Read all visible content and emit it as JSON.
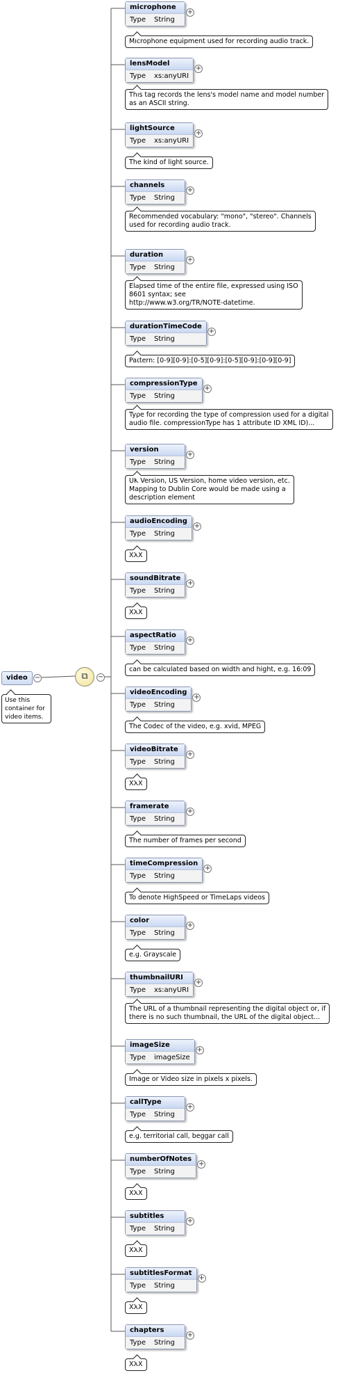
{
  "root": {
    "name": "video",
    "documentation": "Use this container for video items.",
    "compositor_icon": "sequence-compositor-icon"
  },
  "type_key": "Type",
  "children": [
    {
      "name": "microphone",
      "type": "String",
      "doc": "Microphone equipment used for recording audio track."
    },
    {
      "name": "lensModel",
      "type": "xs:anyURI",
      "doc": "This tag records the lens's model name and model number\nas an ASCII string."
    },
    {
      "name": "lightSource",
      "type": "xs:anyURI",
      "doc": "The kind of light source."
    },
    {
      "name": "channels",
      "type": "String",
      "doc": "Recommended vocabulary: \"mono\", \"stereo\". Channels\nused for recording audio track."
    },
    {
      "name": "duration",
      "type": "String",
      "doc": "Elapsed time of the entire file, expressed using ISO\n8601 syntax; see\nhttp://www.w3.org/TR/NOTE-datetime."
    },
    {
      "name": "durationTimeCode",
      "type": "String",
      "doc": "Pattern: [0-9][0-9]:[0-5][0-9]:[0-5][0-9]:[0-9][0-9]"
    },
    {
      "name": "compressionType",
      "type": "String",
      "doc": "Type for recording the type of compression used for a digital\naudio file. compressionType has 1 attribute ID XML ID)..."
    },
    {
      "name": "version",
      "type": "String",
      "doc": "UK Version, US Version, home video version, etc.\nMapping to Dublin Core would be made using a\ndescription element"
    },
    {
      "name": "audioEncoding",
      "type": "String",
      "doc": "XXX"
    },
    {
      "name": "soundBitrate",
      "type": "String",
      "doc": "XXX"
    },
    {
      "name": "aspectRatio",
      "type": "String",
      "doc": "can be calculated based on width and hight, e.g. 16:09"
    },
    {
      "name": "videoEncoding",
      "type": "String",
      "doc": "The Codec of the video, e.g. xvid, MPEG"
    },
    {
      "name": "videoBitrate",
      "type": "String",
      "doc": "XXX"
    },
    {
      "name": "framerate",
      "type": "String",
      "doc": "The number of frames per second"
    },
    {
      "name": "timeCompression",
      "type": "String",
      "doc": "To denote HighSpeed or TimeLaps videos"
    },
    {
      "name": "color",
      "type": "String",
      "doc": "e.g. Grayscale"
    },
    {
      "name": "thumbnailURI",
      "type": "xs:anyURI",
      "doc": "The URL of a thumbnail representing the digital object or, if\nthere is no such thumbnail, the URL of the digital object..."
    },
    {
      "name": "imageSize",
      "type": "imageSize",
      "doc": "Image or Video size in pixels x pixels."
    },
    {
      "name": "callType",
      "type": "String",
      "doc": "e.g. territorial call, beggar call"
    },
    {
      "name": "numberOfNotes",
      "type": "String",
      "doc": "XXX"
    },
    {
      "name": "subtitles",
      "type": "String",
      "doc": "XXX"
    },
    {
      "name": "subtitlesFormat",
      "type": "String",
      "doc": "XXX"
    },
    {
      "name": "chapters",
      "type": "String",
      "doc": "XXX"
    }
  ]
}
